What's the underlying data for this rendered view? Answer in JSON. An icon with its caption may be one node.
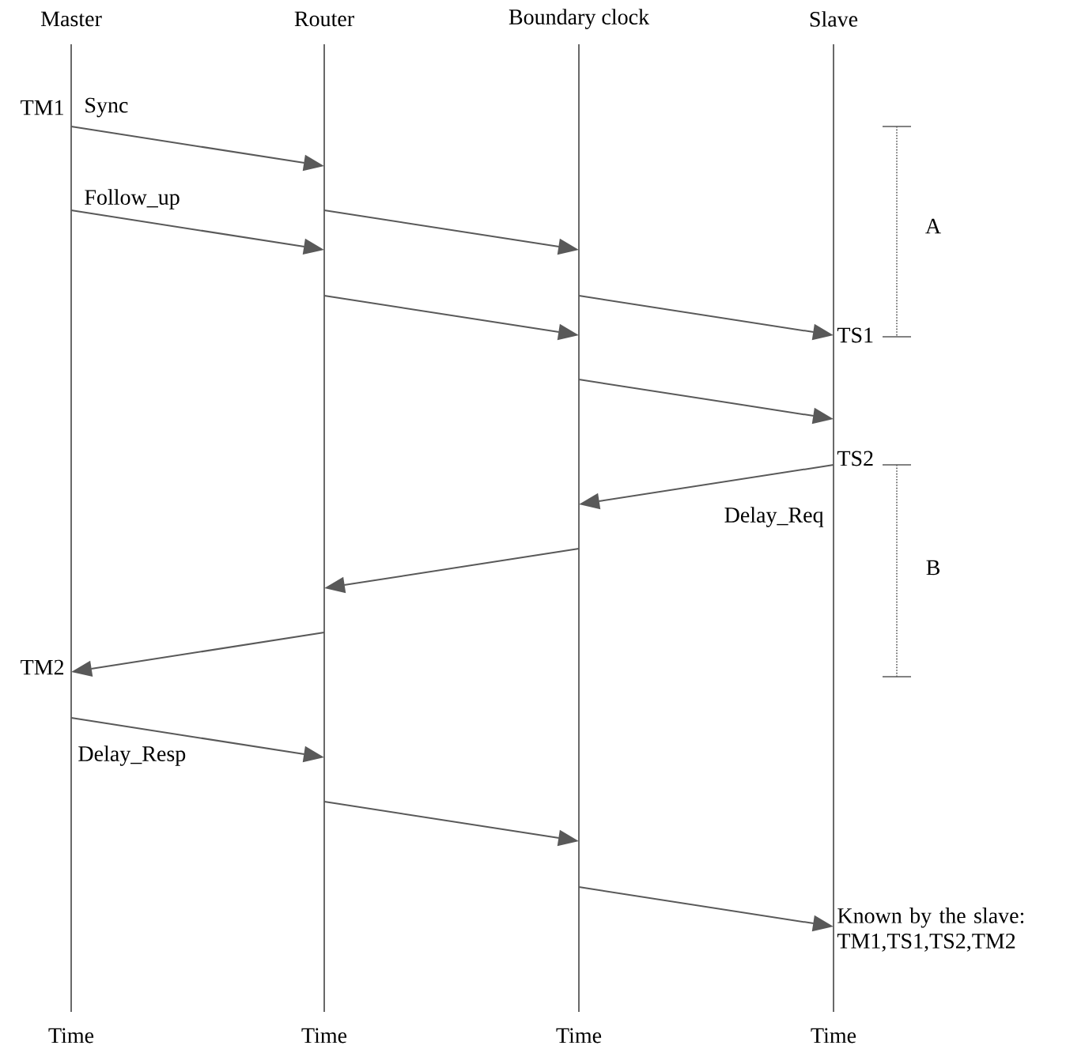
{
  "diagram": {
    "nodes": [
      {
        "text": [
          "Master",
          "Time"
        ]
      },
      {
        "text": [
          "Router",
          "Time"
        ]
      },
      {
        "text": [
          "Boundary clock",
          "Time"
        ]
      },
      {
        "text": [
          "Slave",
          "Time"
        ]
      }
    ],
    "edges": [
      {
        "from": 0,
        "to": 1,
        "arrow": "to",
        "label": "Sync"
      },
      {
        "from": 0,
        "to": 1,
        "arrow": "to",
        "label": "Follow_up"
      },
      {
        "from": 1,
        "to": 2,
        "arrow": "to"
      },
      {
        "from": 1,
        "to": 2,
        "arrow": "to"
      },
      {
        "from": 2,
        "to": 3,
        "arrow": "to"
      },
      {
        "from": 2,
        "to": 3,
        "arrow": "to"
      },
      {
        "from": 3,
        "to": 2,
        "arrow": "to",
        "label": "Delay_Req"
      },
      {
        "from": 2,
        "to": 1,
        "arrow": "to"
      },
      {
        "from": 1,
        "to": 0,
        "arrow": "to"
      },
      {
        "from": 0,
        "to": 1,
        "arrow": "to",
        "label": "Delay_Resp"
      },
      {
        "from": 1,
        "to": 2,
        "arrow": "to"
      },
      {
        "from": 2,
        "to": 3,
        "arrow": "to"
      }
    ],
    "labels": [
      "TM1",
      "A",
      "TS1",
      "TS2",
      "B",
      "TM2",
      "Known by the slave: TM1,TS1,TS2,TM2"
    ]
  }
}
